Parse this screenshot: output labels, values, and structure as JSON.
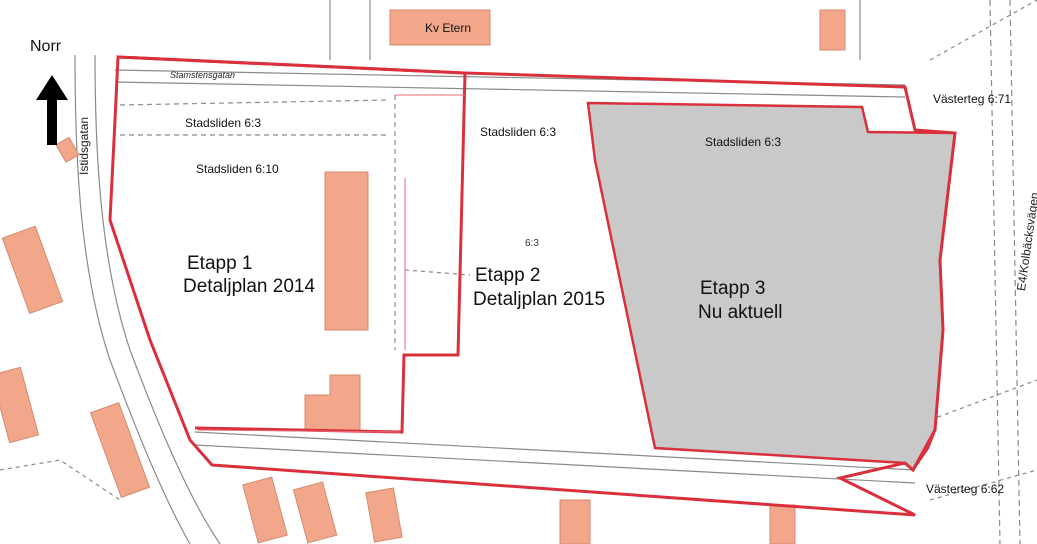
{
  "north": {
    "label": "Norr"
  },
  "buildings": {
    "kv_label": "Kv Etern"
  },
  "streets": {
    "top_street": "Stamstensgatan",
    "left_street": "Istidsgatan",
    "right_road": "E4/Kolbäcksvägen"
  },
  "properties": {
    "p1": "Stadsliden 6:3",
    "p2": "Stadsliden 6:10",
    "p3": "Stadsliden 6:3",
    "p4": "Stadsliden 6:3",
    "vasterteg_top": "Västerteg 6:71",
    "vasterteg_bottom": "Västerteg 6:62",
    "center_code": "6:3"
  },
  "stages": [
    {
      "title": "Etapp 1",
      "subtitle": "Detaljplan 2014"
    },
    {
      "title": "Etapp 2",
      "subtitle": "Detaljplan 2015"
    },
    {
      "title": "Etapp 3",
      "subtitle": "Nu aktuell"
    }
  ],
  "colors": {
    "boundary": "#d9303c",
    "building": "#f2a78b",
    "stage3_fill": "#c9c9c9",
    "road": "#7a7a7a"
  }
}
